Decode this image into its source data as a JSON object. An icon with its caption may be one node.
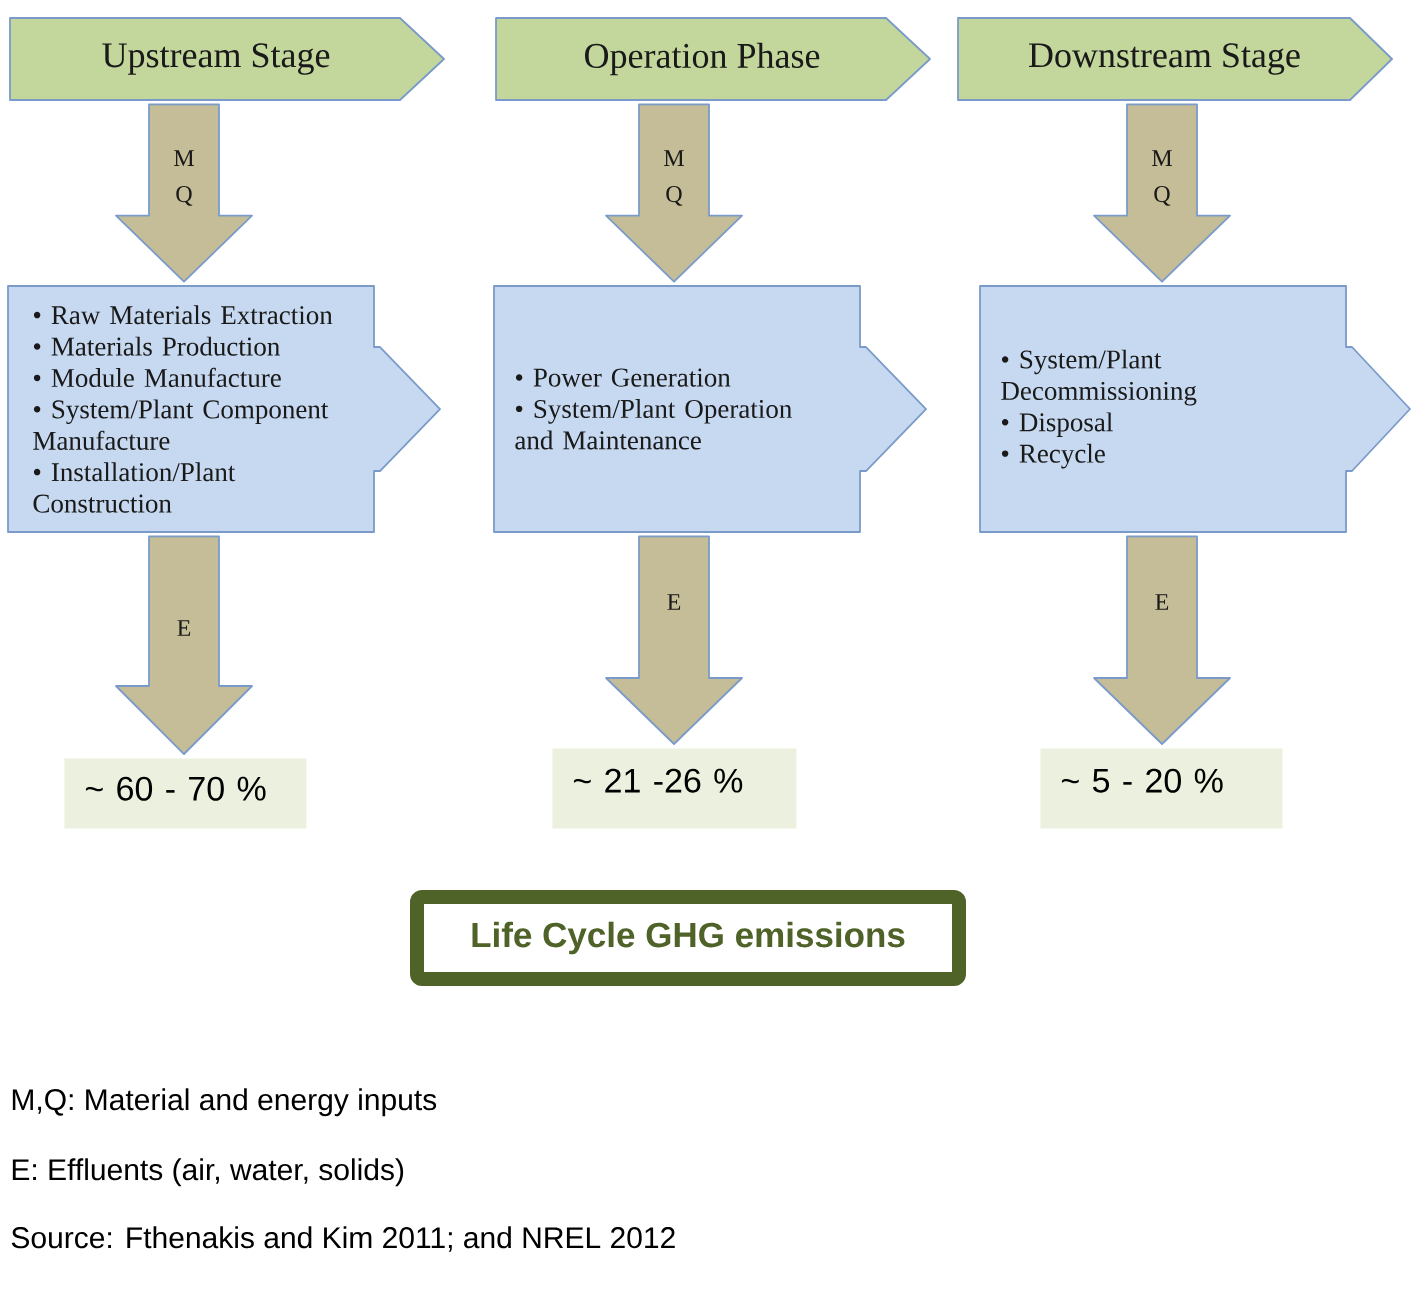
{
  "diagram": {
    "nodes": [
      {
        "text": [
          "Upstream Stage"
        ]
      },
      {
        "text": [
          "Operation Phase"
        ]
      },
      {
        "text": [
          "Downstream Stage"
        ]
      },
      {
        "text": [
          "• Raw Materials Extraction",
          "• Materials Production",
          "• Module Manufacture",
          "• System/Plant Component Manufacture",
          "• Installation/Plant Construction"
        ]
      },
      {
        "text": [
          "• Power Generation",
          "• System/Plant Operation and Maintenance"
        ]
      },
      {
        "text": [
          "• System/Plant Decommissioning",
          "• Disposal",
          "• Recycle"
        ]
      },
      {
        "text": [
          "~ 60 - 70 %"
        ]
      },
      {
        "text": [
          "~ 21 -26 %"
        ]
      },
      {
        "text": [
          "~ 5 - 20 %"
        ]
      },
      {
        "text": [
          "Life Cycle GHG emissions"
        ]
      }
    ],
    "edges": [
      {
        "from": 0,
        "to": 3,
        "arrow": "to",
        "label": "M Q"
      },
      {
        "from": 1,
        "to": 4,
        "arrow": "to",
        "label": "M Q"
      },
      {
        "from": 2,
        "to": 5,
        "arrow": "to",
        "label": "M Q"
      },
      {
        "from": 3,
        "to": 6,
        "arrow": "to",
        "label": "E"
      },
      {
        "from": 4,
        "to": 7,
        "arrow": "to",
        "label": "E"
      },
      {
        "from": 5,
        "to": 8,
        "arrow": "to",
        "label": "E"
      }
    ],
    "labels": [
      "M,Q: Material and energy inputs",
      "E: Effluents (air, water, solids)",
      "Source: Fthenakis and Kim 2011; and NREL 2012"
    ]
  }
}
